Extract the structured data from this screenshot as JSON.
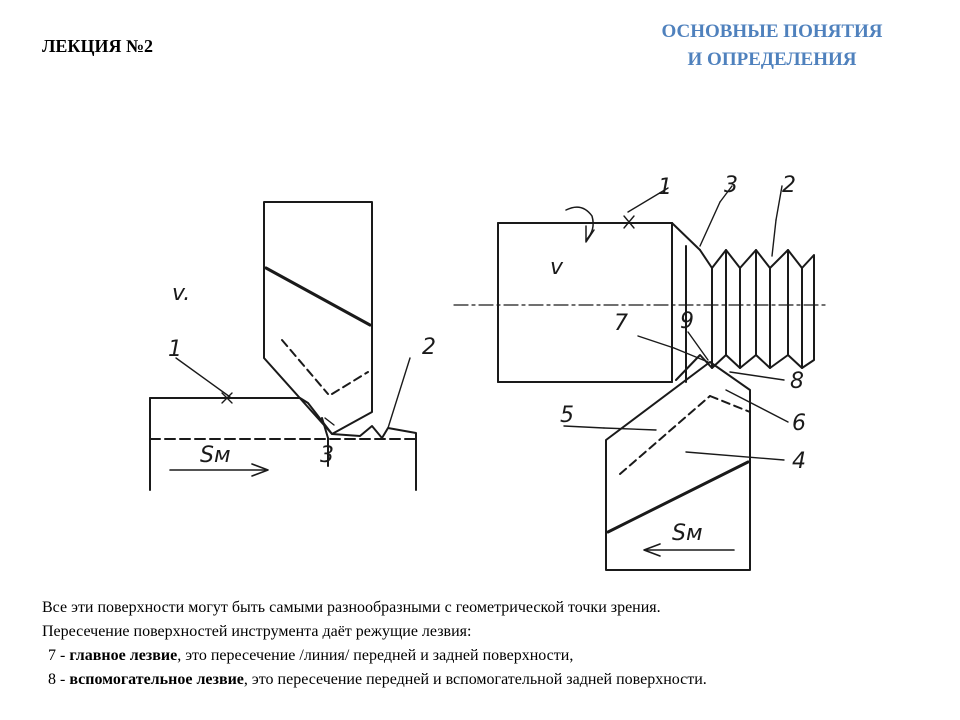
{
  "header": {
    "lecture": "ЛЕКЦИЯ №2",
    "topic_line1": "ОСНОВНЫЕ ПОНЯТИЯ",
    "topic_line2": "И ОПРЕДЕЛЕНИЯ",
    "topic_color": "#4f81bd"
  },
  "figure": {
    "labels": {
      "v_left": "v.",
      "n1_left": "1",
      "n2_left": "2",
      "n3_left": "3",
      "sm_left": "Sм",
      "v_right": "v",
      "n1_right": "1",
      "n3_right": "3",
      "n2_right": "2",
      "n7": "7",
      "n9": "9",
      "n8": "8",
      "n5": "5",
      "n6": "6",
      "n4": "4",
      "sm_right": "Sм"
    }
  },
  "text": {
    "line1": "Все эти поверхности могут быть самыми разнообразными с геометрической точки зрения.",
    "line2": "Пересечение поверхностей инструмента даёт режущие лезвия:",
    "item7_num": " 7 - ",
    "item7_term": "главное лезвие",
    "item7_rest": ", это пересечение /линия/ передней и задней поверхности,",
    "item8_num": " 8 - ",
    "item8_term": "вспомогательное лезвие",
    "item8_rest": ", это пересечение передней и вспомогательной задней поверхности."
  }
}
